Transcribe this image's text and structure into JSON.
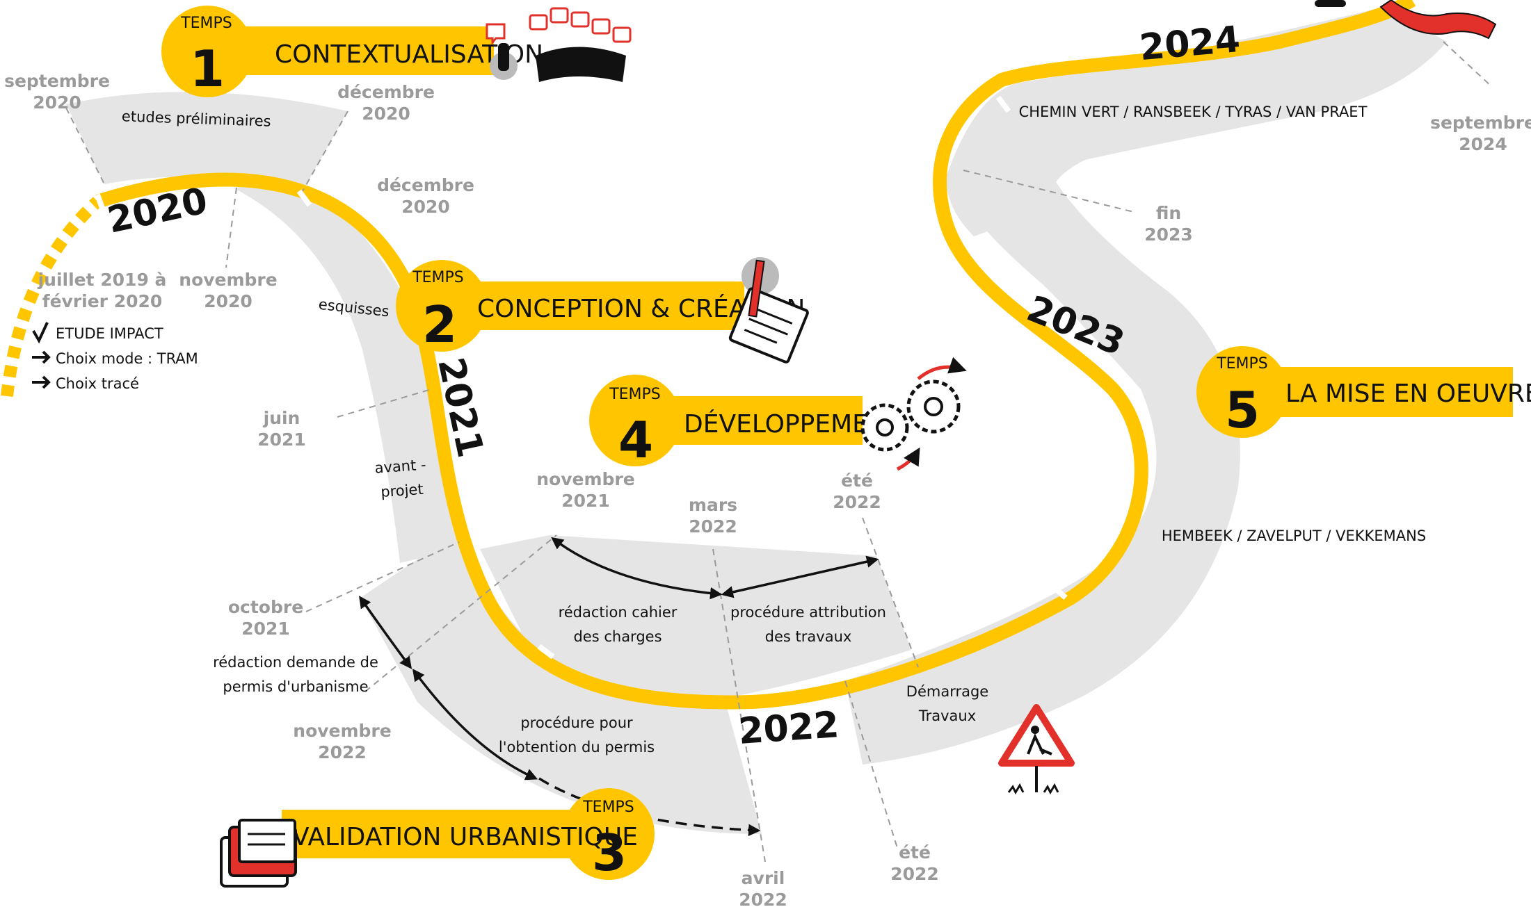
{
  "phases": [
    {
      "temps": "TEMPS",
      "number": "1",
      "title": "CONTEXTUALISATION"
    },
    {
      "temps": "TEMPS",
      "number": "2",
      "title": "CONCEPTION & CRÉATION"
    },
    {
      "temps": "TEMPS",
      "number": "3",
      "title": "VALIDATION URBANISTIQUE"
    },
    {
      "temps": "TEMPS",
      "number": "4",
      "title": "DÉVELOPPEMENT"
    },
    {
      "temps": "TEMPS",
      "number": "5",
      "title": "LA MISE EN OEUVRE"
    }
  ],
  "years": {
    "y2020": "2020",
    "y2021": "2021",
    "y2022": "2022",
    "y2023": "2023",
    "y2024": "2024"
  },
  "dates": {
    "sep2020": [
      "septembre",
      "2020"
    ],
    "dec2020a": [
      "décembre",
      "2020"
    ],
    "dec2020b": [
      "décembre",
      "2020"
    ],
    "nov2020": [
      "novembre",
      "2020"
    ],
    "jul2019": [
      "juillet 2019 à",
      "février 2020"
    ],
    "jun2021": [
      "juin",
      "2021"
    ],
    "oct2021": [
      "octobre",
      "2021"
    ],
    "nov2021": [
      "novembre",
      "2021"
    ],
    "mar2022": [
      "mars",
      "2022"
    ],
    "ete2022a": [
      "été",
      "2022"
    ],
    "nov2022": [
      "novembre",
      "2022"
    ],
    "avr2022": [
      "avril",
      "2022"
    ],
    "ete2022b": [
      "été",
      "2022"
    ],
    "fin2023": [
      "fin",
      "2023"
    ],
    "sep2024": [
      "septembre",
      "2024"
    ]
  },
  "checklist": [
    "ETUDE IMPACT",
    "Choix mode : TRAM",
    "Choix tracé"
  ],
  "segments": {
    "etudes": "etudes préliminaires",
    "esquisses": "esquisses",
    "avant_projet": [
      "avant -",
      "projet"
    ],
    "cahier": [
      "rédaction cahier",
      "des charges"
    ],
    "attribution": [
      "procédure attribution",
      "des travaux"
    ],
    "demande": [
      "rédaction demande de",
      "permis d'urbanisme"
    ],
    "permis": [
      "procédure pour",
      "l'obtention du permis"
    ],
    "demarrage": [
      "Démarrage",
      "Travaux"
    ],
    "chemin_vert": "CHEMIN VERT / RANSBEEK / TYRAS / VAN PRAET",
    "hembeek": "HEMBEEK / ZAVELPUT / VEKKEMANS"
  },
  "colors": {
    "accent": "#FFC600",
    "band": "#E5E5E5",
    "date": "#9A9A9A",
    "ink": "#111111",
    "red": "#E2302A"
  }
}
